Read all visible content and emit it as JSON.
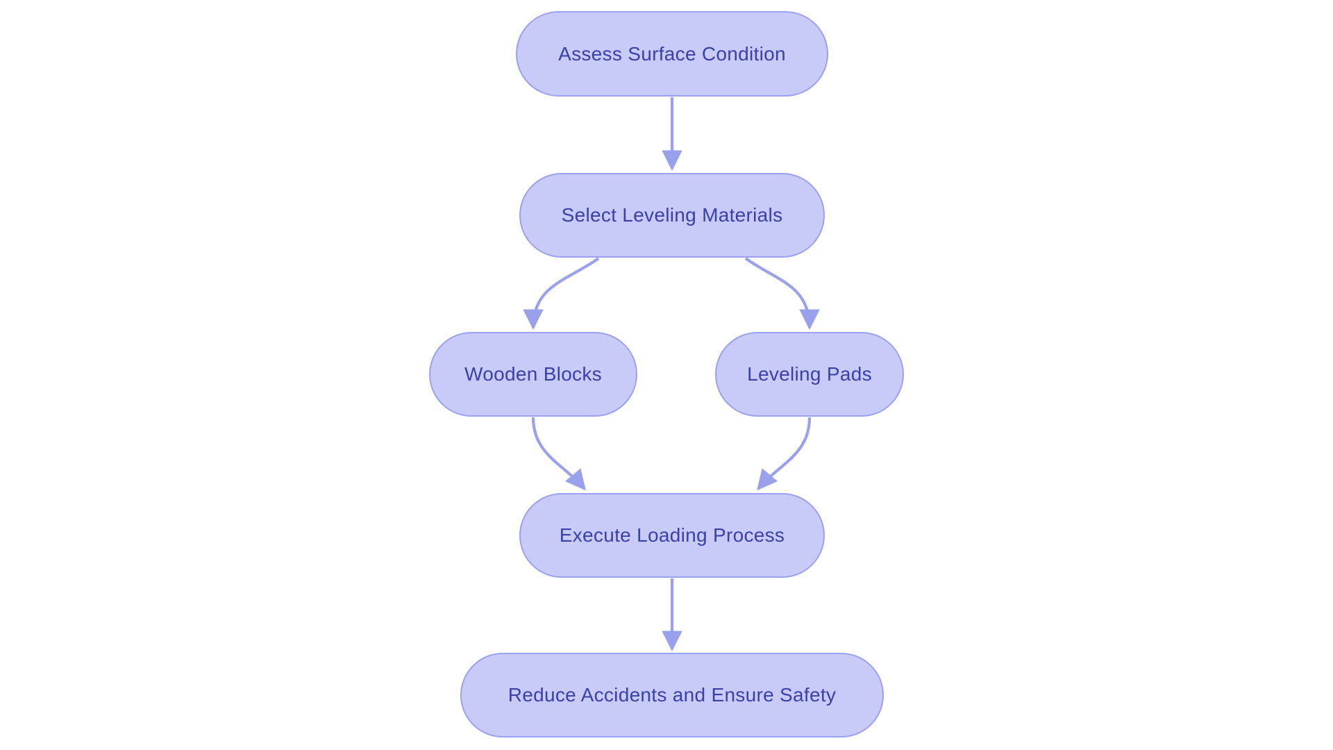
{
  "diagram": {
    "type": "flowchart",
    "orientation": "top-down",
    "colors": {
      "node_fill": "#c8cbf7",
      "node_border": "#9ba0ef",
      "node_text": "#3b3fa9",
      "connector": "#99a0ec",
      "background": "#ffffff"
    },
    "nodes": [
      {
        "id": "assess",
        "label": "Assess Surface Condition"
      },
      {
        "id": "select",
        "label": "Select Leveling Materials"
      },
      {
        "id": "wooden",
        "label": "Wooden Blocks"
      },
      {
        "id": "pads",
        "label": "Leveling Pads"
      },
      {
        "id": "execute",
        "label": "Execute Loading Process"
      },
      {
        "id": "safety",
        "label": "Reduce Accidents and Ensure Safety"
      }
    ],
    "edges": [
      {
        "from": "assess",
        "to": "select"
      },
      {
        "from": "select",
        "to": "wooden"
      },
      {
        "from": "select",
        "to": "pads"
      },
      {
        "from": "wooden",
        "to": "execute"
      },
      {
        "from": "pads",
        "to": "execute"
      },
      {
        "from": "execute",
        "to": "safety"
      }
    ]
  }
}
